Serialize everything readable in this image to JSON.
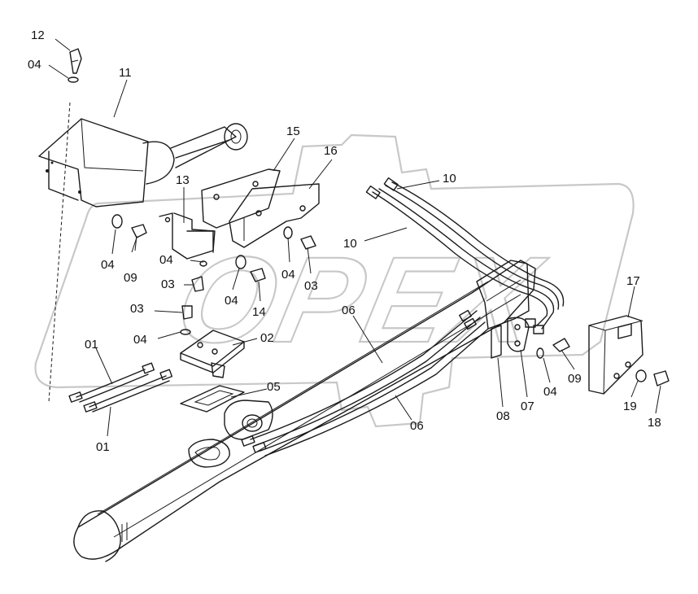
{
  "diagram": {
    "watermark_brand": "OPEX",
    "colors": {
      "ink": "#1a1a1a",
      "watermark": "#c8c8c8",
      "background": "#ffffff"
    },
    "callouts": [
      {
        "id": "c-12",
        "text": "12"
      },
      {
        "id": "c-04a",
        "text": "04"
      },
      {
        "id": "c-11",
        "text": "11"
      },
      {
        "id": "c-15",
        "text": "15"
      },
      {
        "id": "c-16",
        "text": "16"
      },
      {
        "id": "c-10a",
        "text": "10"
      },
      {
        "id": "c-10b",
        "text": "10"
      },
      {
        "id": "c-13",
        "text": "13"
      },
      {
        "id": "c-04b",
        "text": "04"
      },
      {
        "id": "c-09a",
        "text": "09"
      },
      {
        "id": "c-04c",
        "text": "04"
      },
      {
        "id": "c-03a",
        "text": "03"
      },
      {
        "id": "c-04d",
        "text": "04"
      },
      {
        "id": "c-14",
        "text": "14"
      },
      {
        "id": "c-04e",
        "text": "04"
      },
      {
        "id": "c-03b",
        "text": "03"
      },
      {
        "id": "c-03c",
        "text": "03"
      },
      {
        "id": "c-04f",
        "text": "04"
      },
      {
        "id": "c-02",
        "text": "02"
      },
      {
        "id": "c-01a",
        "text": "01"
      },
      {
        "id": "c-01b",
        "text": "01"
      },
      {
        "id": "c-05",
        "text": "05"
      },
      {
        "id": "c-06a",
        "text": "06"
      },
      {
        "id": "c-06b",
        "text": "06"
      },
      {
        "id": "c-17",
        "text": "17"
      },
      {
        "id": "c-08",
        "text": "08"
      },
      {
        "id": "c-07",
        "text": "07"
      },
      {
        "id": "c-04g",
        "text": "04"
      },
      {
        "id": "c-09b",
        "text": "09"
      },
      {
        "id": "c-19",
        "text": "19"
      },
      {
        "id": "c-18",
        "text": "18"
      }
    ]
  }
}
